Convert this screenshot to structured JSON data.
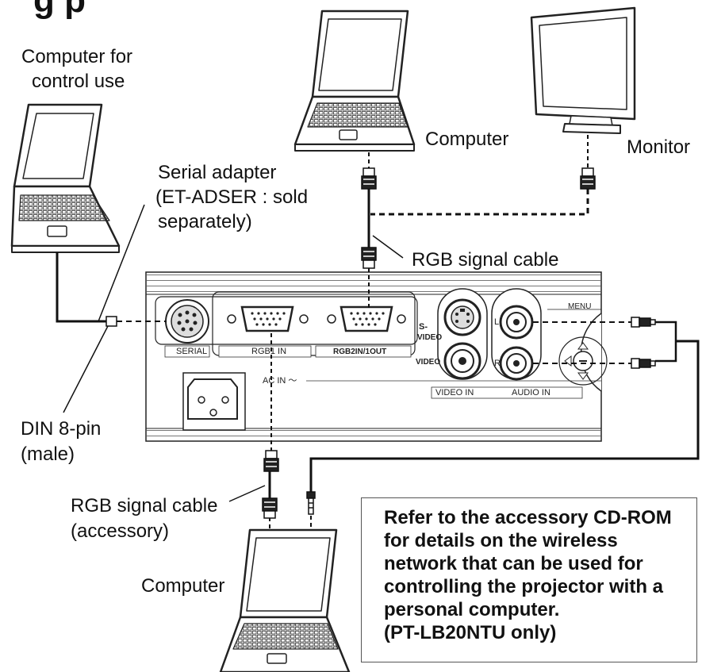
{
  "title_fragment": "g  p",
  "labels": {
    "computer_control_1": "Computer for",
    "computer_control_2": "control use",
    "computer_top": "Computer",
    "monitor": "Monitor",
    "serial_adapter_1": "Serial adapter",
    "serial_adapter_2": "(ET-ADSER : sold",
    "serial_adapter_3": "separately)",
    "rgb_cable_top": "RGB signal cable",
    "din_1": "DIN 8-pin",
    "din_2": "(male)",
    "rgb_cable_bottom_1": "RGB signal cable",
    "rgb_cable_bottom_2": "(accessory)",
    "computer_bottom": "Computer"
  },
  "panel": {
    "serial": "SERIAL",
    "rgb1_in": "RGB1 IN",
    "rgb2_in_1out": "RGB2IN/1OUT",
    "s_video_1": "S-",
    "s_video_2": "VIDEO",
    "video": "VIDEO",
    "audio_l": "L",
    "audio_r": "R",
    "menu": "MENU",
    "ac_in": "AC IN ～",
    "video_in": "VIDEO IN",
    "audio_in": "AUDIO IN"
  },
  "note": "Refer to the accessory CD-ROM\nfor details on the wireless\nnetwork that can be used for\ncontrolling the projector with a\npersonal computer.\n(PT-LB20NTU only)"
}
